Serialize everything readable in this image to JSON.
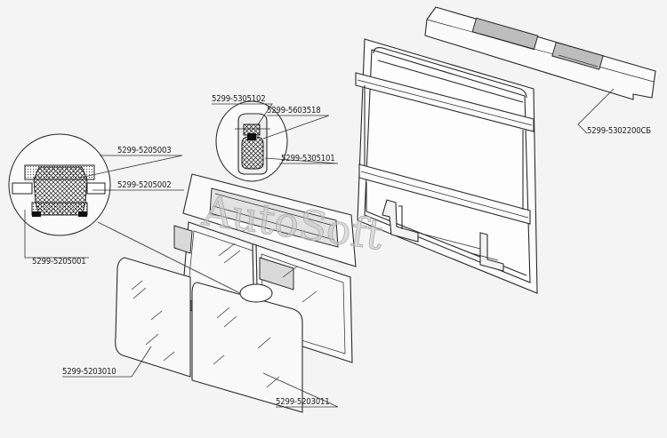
{
  "watermark": "AutoSoft",
  "labels": {
    "upper_panel": "5299-5302200СБ",
    "seal_a": "5299-5305102",
    "seal_b": "5299-5603518",
    "seal_c": "5299-5305101",
    "gasket_a": "5299-5205003",
    "gasket_b": "5299-5205002",
    "gasket_c": "5299-5205001",
    "glass_left": "5299-5203010",
    "glass_right": "5299-5203011"
  }
}
